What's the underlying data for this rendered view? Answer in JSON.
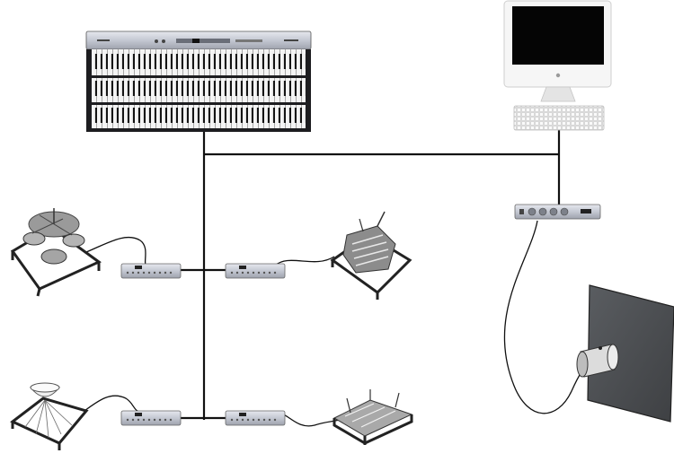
{
  "diagram": {
    "background": "#ffffff",
    "wire_color": "#111111",
    "device_silver": "#c9ccd6",
    "device_dark": "#2a2a2e",
    "screen_black": "#050505"
  },
  "nodes": [
    {
      "id": "keyboard-stack",
      "icon": "triple-keyboard-icon"
    },
    {
      "id": "computer",
      "icon": "desktop-computer-icon"
    },
    {
      "id": "audio-interface",
      "icon": "audio-interface-icon"
    },
    {
      "id": "controller-top-left",
      "icon": "controller-box-icon"
    },
    {
      "id": "controller-top-right",
      "icon": "controller-box-icon"
    },
    {
      "id": "controller-bottom-left",
      "icon": "controller-box-icon"
    },
    {
      "id": "controller-bottom-right",
      "icon": "controller-box-icon"
    },
    {
      "id": "instrument-drum-top-left",
      "icon": "drum-robot-icon"
    },
    {
      "id": "instrument-chime-top-right",
      "icon": "chime-robot-icon"
    },
    {
      "id": "instrument-bowl-bottom-left",
      "icon": "bowl-robot-icon"
    },
    {
      "id": "instrument-plate-bottom-right",
      "icon": "plate-robot-icon"
    },
    {
      "id": "instrument-panel-transducer",
      "icon": "panel-transducer-icon"
    }
  ]
}
